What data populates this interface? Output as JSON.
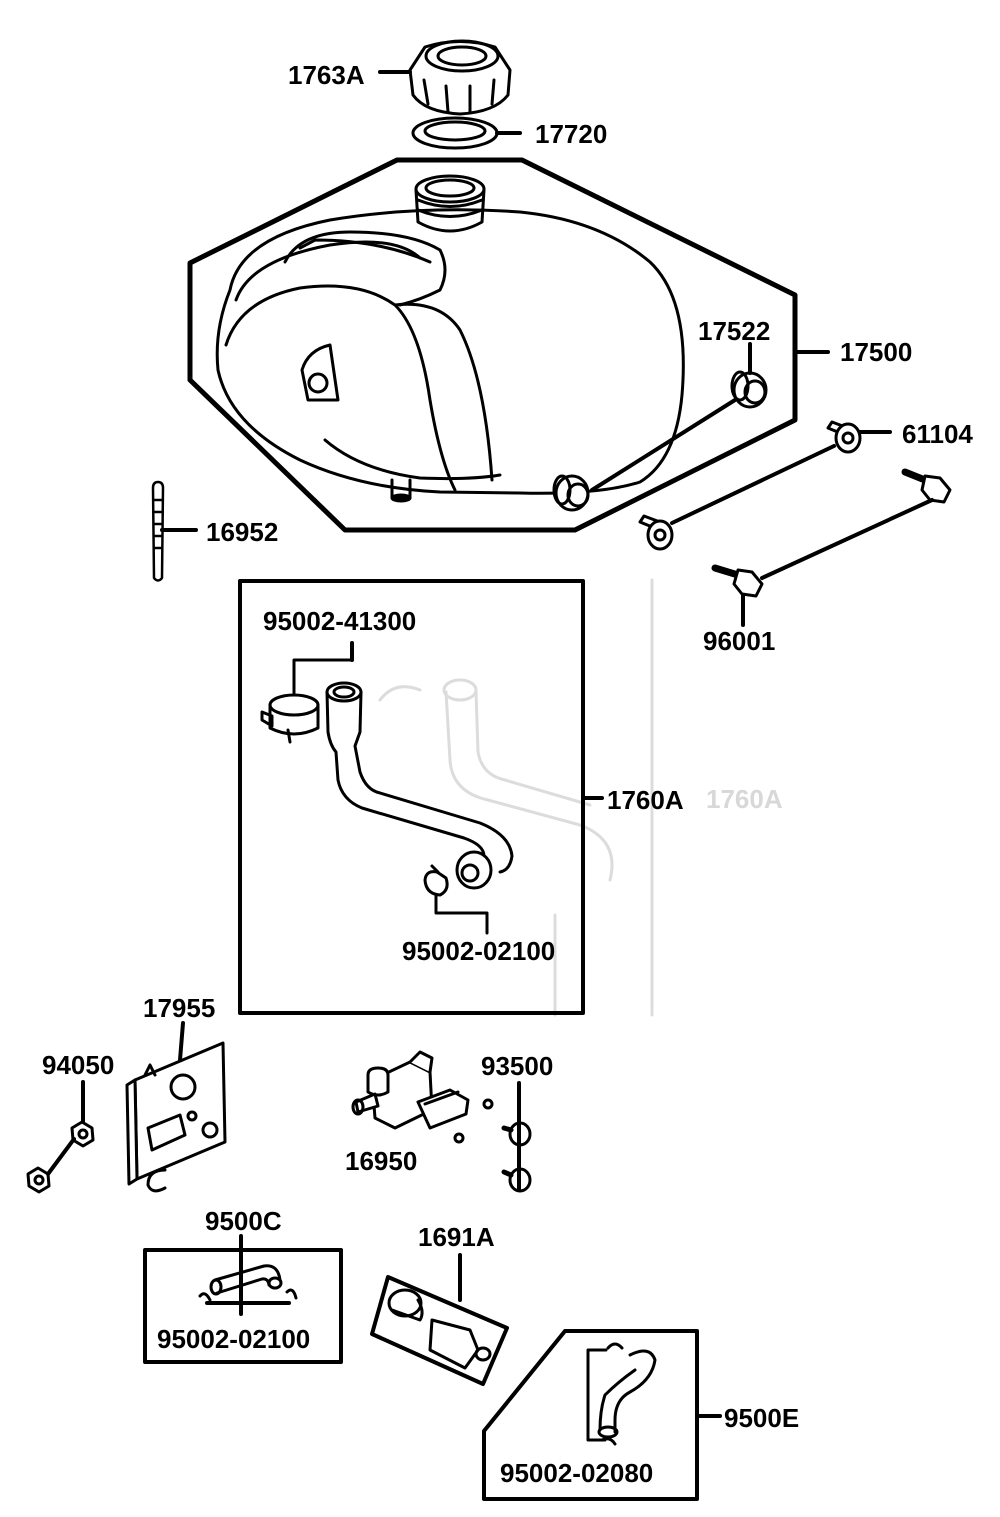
{
  "colors": {
    "ink": "#000000",
    "paper": "#ffffff",
    "ghost": "#d8d8d8"
  },
  "labels": {
    "fuel_cap": "1763A",
    "cap_gasket": "17720",
    "cap_rubber": "17522",
    "fuel_tank_assy": "17500",
    "collar": "61104",
    "drain_tube": "16952",
    "bolt": "96001",
    "clamp_large": "95002-41300",
    "fuel_hose_assy": "1760A",
    "fuel_hose_assy_ghost": "1760A",
    "clamp_small_hose": "95002-02100",
    "bracket": "17955",
    "nut": "94050",
    "screw": "93500",
    "fuel_cock": "16950",
    "hose_assy_c": "9500C",
    "clamp_small_c": "95002-02100",
    "fuel_filter": "1691A",
    "hose_assy_e": "9500E",
    "clamp_e": "95002-02080"
  }
}
